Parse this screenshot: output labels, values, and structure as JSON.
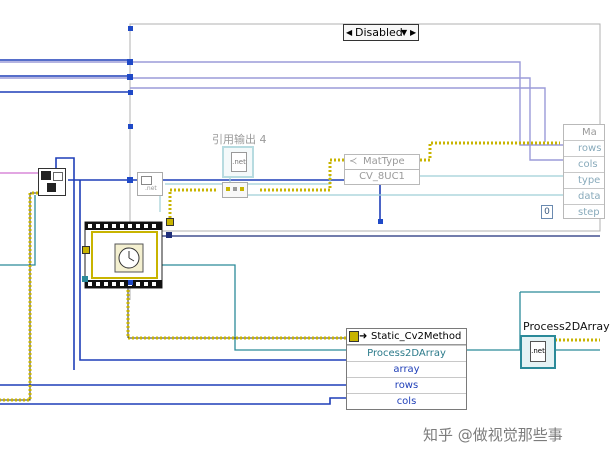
{
  "structure": {
    "selector_value": "Disabled",
    "left_arrow": "◀",
    "right_arrow": "▶",
    "dropdown_arrow": "▼"
  },
  "ref_output_label": "引用输出 4",
  "mattype_node": {
    "label": "MatType",
    "value": "CV_8UC1"
  },
  "mat_node": {
    "title": "Ma",
    "terminals": [
      "rows",
      "cols",
      "type",
      "data",
      "step"
    ]
  },
  "const_zero": "0",
  "net_icon_text": ".net",
  "static_node": {
    "title": "Static_Cv2Method",
    "rows": [
      "Process2DArray",
      "array",
      "rows",
      "cols"
    ]
  },
  "process_node": {
    "label": "Process2DArray",
    "icon_text": ".net"
  },
  "watermark": "知乎 @做视觉那些事",
  "colors": {
    "blue_wire": "#1f3fb8",
    "teal_wire": "#2b8a99",
    "yellow_wire": "#c8b400",
    "purple_wire": "#9b9bd9",
    "pink_wire": "#d070d0"
  }
}
